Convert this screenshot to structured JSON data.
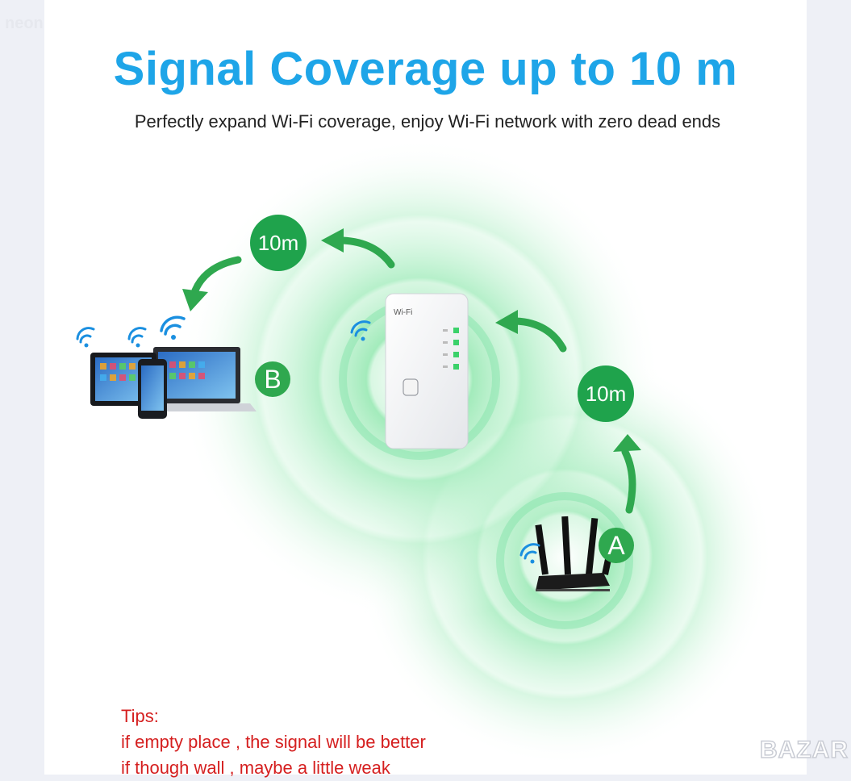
{
  "header": {
    "title": "Signal Coverage up to 10 m",
    "subtitle": "Perfectly expand Wi-Fi coverage, enjoy Wi-Fi network with zero dead ends"
  },
  "labels": {
    "distance_top": "10m",
    "distance_right": "10m",
    "node_b": "B",
    "node_a": "A"
  },
  "device": {
    "brand_text": "Wi-Fi"
  },
  "tips": {
    "heading": "Tips:",
    "line1": "if empty place , the signal will be better",
    "line2": "if though wall , maybe a little weak"
  },
  "watermarks": {
    "top_left": "neon",
    "bottom_right": "BAZAR"
  },
  "colors": {
    "title": "#1ea5e8",
    "accent_green": "#2fa84f",
    "tips": "#d51f1f",
    "wifi_blue": "#1a8fe0"
  },
  "icons": [
    "wifi-icon",
    "router-icon",
    "repeater-icon",
    "tablet-icon",
    "laptop-icon",
    "phone-icon",
    "arrow-icon"
  ]
}
